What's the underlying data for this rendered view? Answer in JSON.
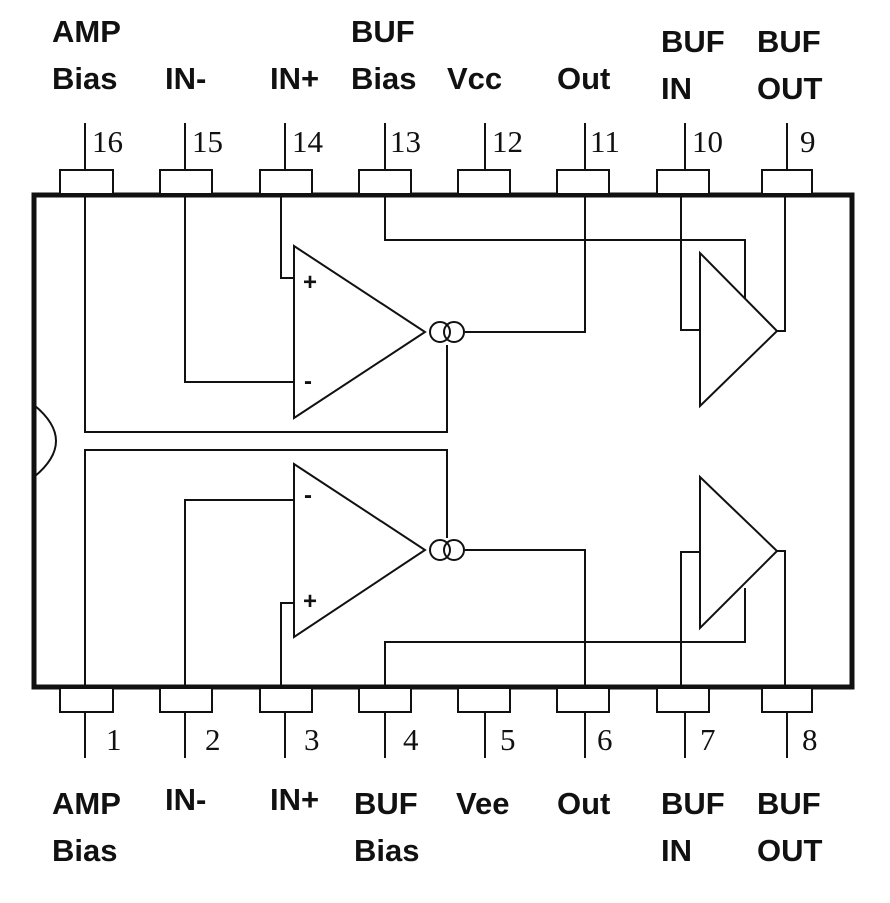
{
  "ic": {
    "top_pins": [
      {
        "number": "16",
        "label": [
          "AMP",
          "Bias"
        ]
      },
      {
        "number": "15",
        "label": [
          "IN-"
        ]
      },
      {
        "number": "14",
        "label": [
          "IN+"
        ]
      },
      {
        "number": "13",
        "label": [
          "BUF",
          "Bias"
        ]
      },
      {
        "number": "12",
        "label": [
          "Vcc"
        ]
      },
      {
        "number": "11",
        "label": [
          "Out"
        ]
      },
      {
        "number": "10",
        "label": [
          "BUF",
          "IN"
        ]
      },
      {
        "number": "9",
        "label": [
          "BUF",
          "OUT"
        ]
      }
    ],
    "bottom_pins": [
      {
        "number": "1",
        "label": [
          "AMP",
          "Bias"
        ]
      },
      {
        "number": "2",
        "label": [
          "IN-"
        ]
      },
      {
        "number": "3",
        "label": [
          "IN+"
        ]
      },
      {
        "number": "4",
        "label": [
          "BUF",
          "Bias"
        ]
      },
      {
        "number": "5",
        "label": [
          "Vee"
        ]
      },
      {
        "number": "6",
        "label": [
          "Out"
        ]
      },
      {
        "number": "7",
        "label": [
          "BUF",
          "IN"
        ]
      },
      {
        "number": "8",
        "label": [
          "BUF",
          "OUT"
        ]
      }
    ],
    "upper_amp": {
      "plus": "+",
      "minus": "-"
    },
    "lower_amp": {
      "plus": "+",
      "minus": "-"
    }
  }
}
